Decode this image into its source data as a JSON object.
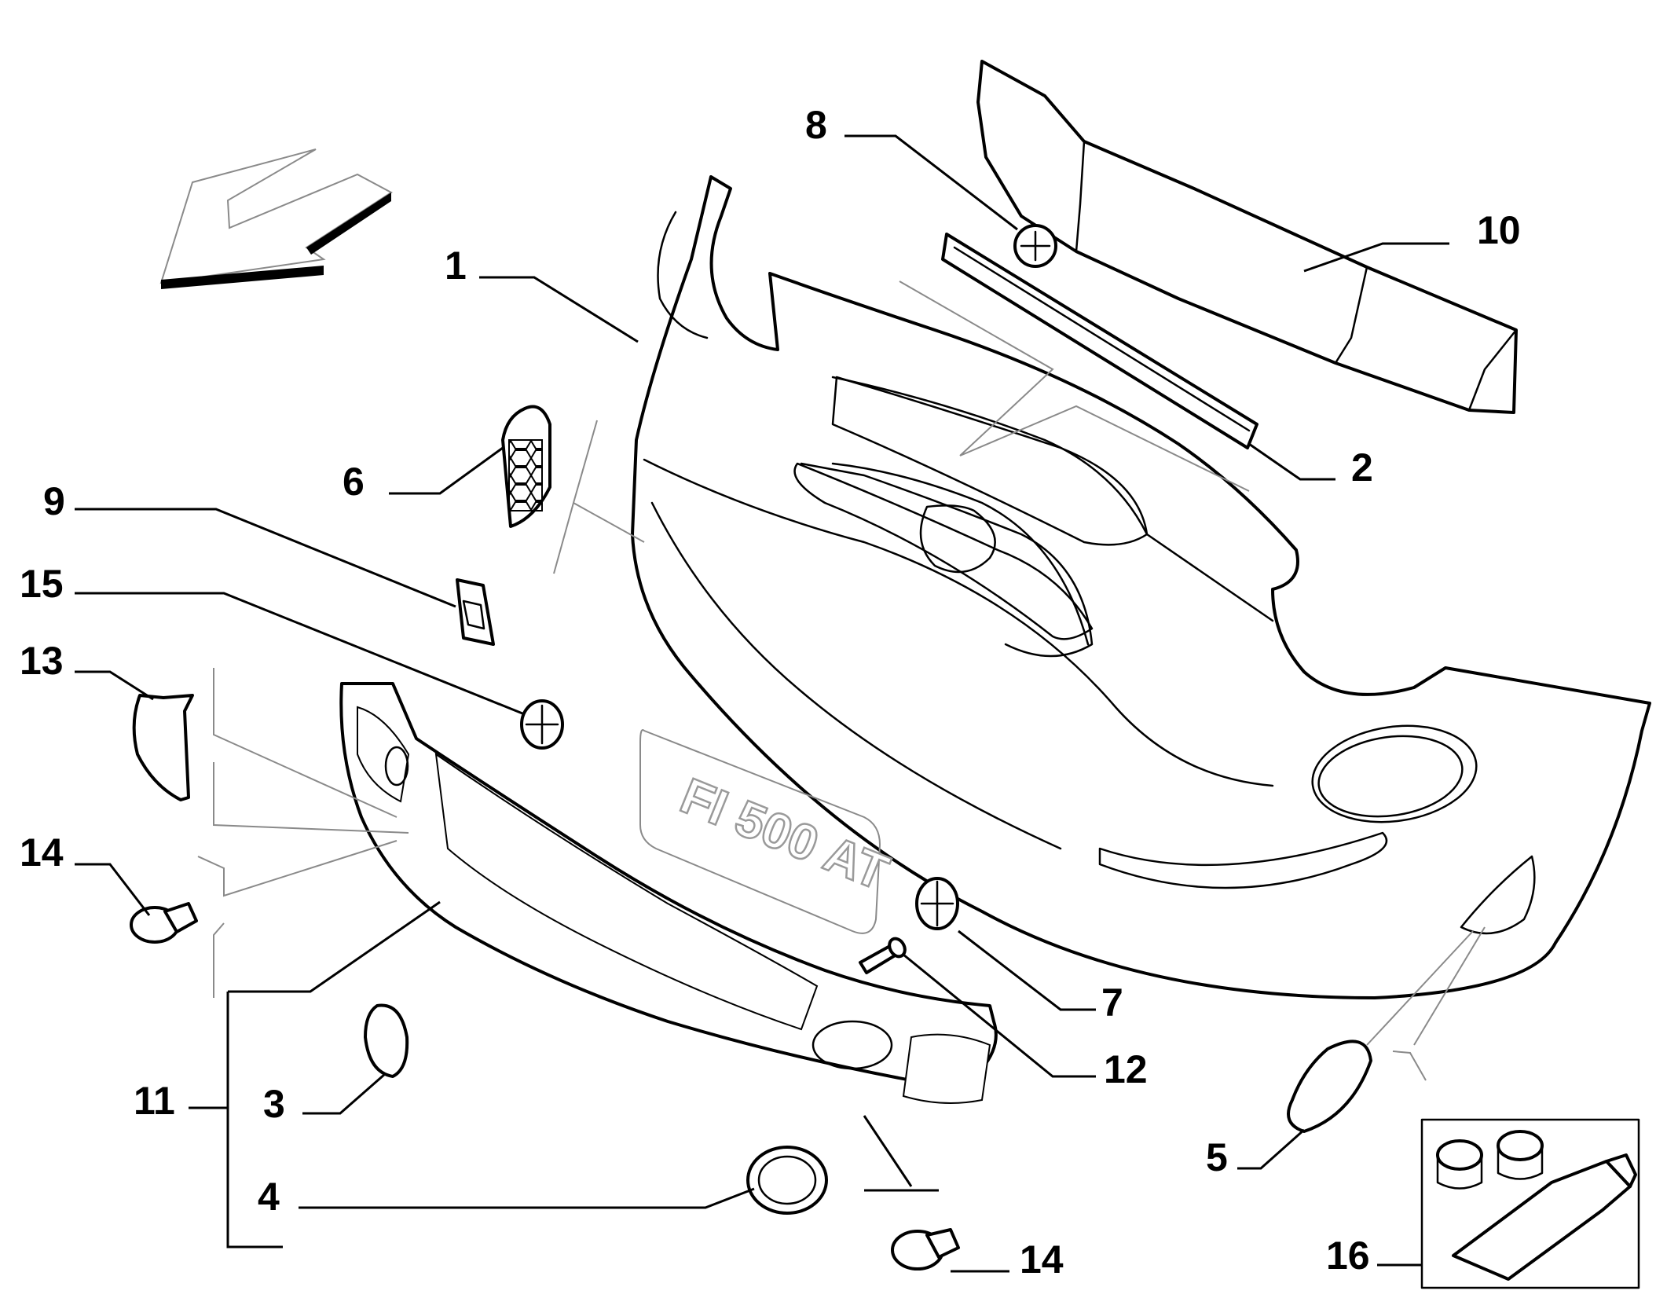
{
  "diagram": {
    "license_plate_text": "FI 500 AT",
    "callouts": {
      "c1": "1",
      "c2": "2",
      "c3": "3",
      "c4": "4",
      "c5": "5",
      "c6": "6",
      "c7": "7",
      "c8": "8",
      "c9": "9",
      "c10": "10",
      "c11": "11",
      "c12": "12",
      "c13": "13",
      "c14a": "14",
      "c14b": "14",
      "c15": "15",
      "c16": "16"
    }
  }
}
